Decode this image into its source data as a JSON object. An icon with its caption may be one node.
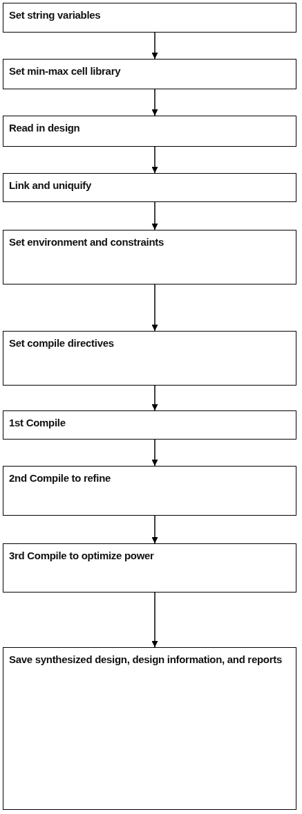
{
  "diagram": {
    "nodes": [
      {
        "text": [
          "Set string variables"
        ]
      },
      {
        "text": [
          "Set min-max cell library"
        ]
      },
      {
        "text": [
          "Read in design"
        ]
      },
      {
        "text": [
          "Link and uniquify"
        ]
      },
      {
        "text": [
          "Set environment and constraints"
        ]
      },
      {
        "text": [
          "Set compile directives"
        ]
      },
      {
        "text": [
          "1st Compile"
        ]
      },
      {
        "text": [
          "2nd Compile to refine"
        ]
      },
      {
        "text": [
          "3rd Compile to optimize power"
        ]
      },
      {
        "text": [
          "Save synthesized design, design information, and reports"
        ]
      }
    ],
    "edges": [
      {
        "from": 0,
        "to": 1,
        "arrow": "to"
      },
      {
        "from": 1,
        "to": 2,
        "arrow": "to"
      },
      {
        "from": 2,
        "to": 3,
        "arrow": "to"
      },
      {
        "from": 3,
        "to": 4,
        "arrow": "to"
      },
      {
        "from": 4,
        "to": 5,
        "arrow": "to"
      },
      {
        "from": 5,
        "to": 6,
        "arrow": "to"
      },
      {
        "from": 6,
        "to": 7,
        "arrow": "to"
      },
      {
        "from": 7,
        "to": 8,
        "arrow": "to"
      },
      {
        "from": 8,
        "to": 9,
        "arrow": "to"
      }
    ]
  }
}
